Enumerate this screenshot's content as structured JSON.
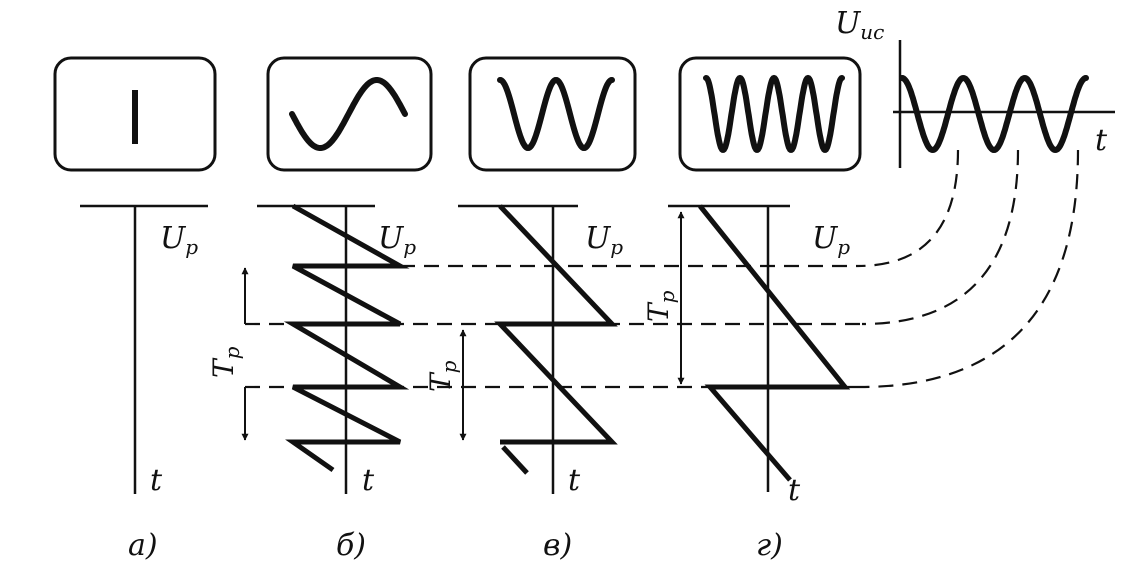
{
  "panels": [
    {
      "caption": "а)"
    },
    {
      "caption": "б)"
    },
    {
      "caption": "в)"
    },
    {
      "caption": "г)"
    }
  ],
  "labels": {
    "sweep_voltage_main": "U",
    "sweep_voltage_sub": "р",
    "time": "t",
    "period_main": "T",
    "period_sub": "р",
    "signal_voltage_main": "U",
    "signal_voltage_sub": "ис"
  },
  "colors": {
    "ink": "#111111",
    "paper": "#ffffff"
  }
}
